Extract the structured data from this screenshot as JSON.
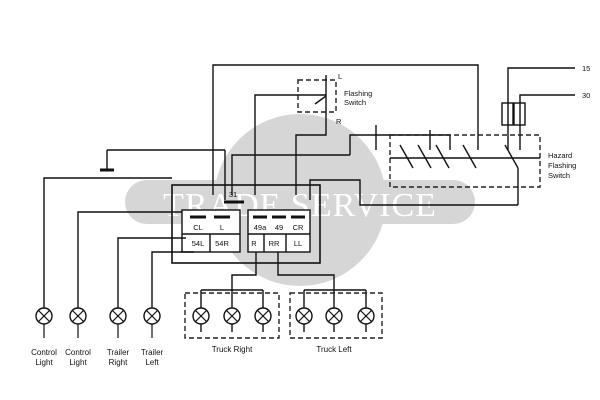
{
  "watermark": {
    "text": "TRADE SERVICE"
  },
  "flasher_switch": {
    "line1": "Flashing",
    "line2": "Switch",
    "pin_l": "L",
    "pin_r": "R"
  },
  "hazard_switch": {
    "line1": "Hazard",
    "line2": "Flashing",
    "line3": "Switch"
  },
  "supply": {
    "pin15": "15",
    "pin30": "30"
  },
  "relay": {
    "ground_pin": "31",
    "left_top": [
      "CL",
      "L"
    ],
    "left_bottom": [
      "54L",
      "54R"
    ],
    "right_top": [
      "49a",
      "49",
      "CR"
    ],
    "right_bottom": [
      "R",
      "RR",
      "LL"
    ]
  },
  "lamps": {
    "control1": [
      "Control",
      "Light"
    ],
    "control2": [
      "Control",
      "Light"
    ],
    "trailer_right": [
      "Trailer",
      "Right"
    ],
    "trailer_left": [
      "Trailer",
      "Left"
    ],
    "truck_right": "Truck Right",
    "truck_left": "Truck Left"
  }
}
